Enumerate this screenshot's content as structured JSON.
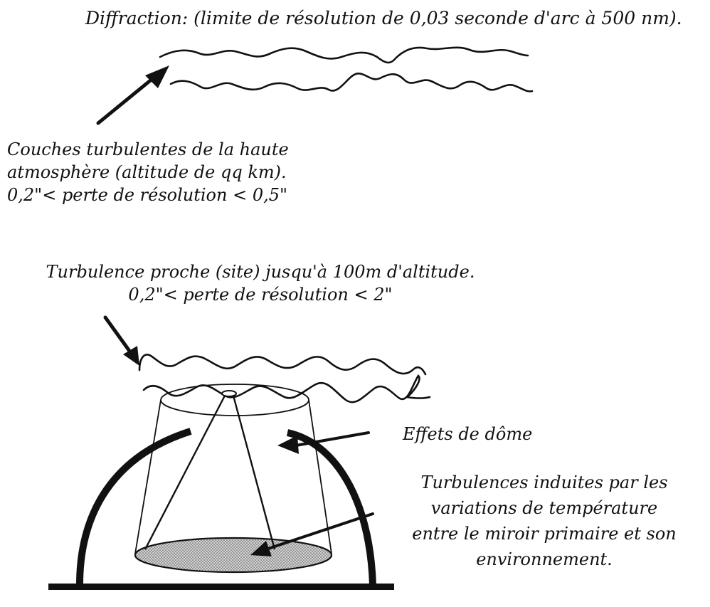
{
  "labels": {
    "diffraction": "Diffraction:  (limite de résolution de 0,03 seconde d'arc à 500 nm).",
    "high_layers": [
      "Couches turbulentes de la haute",
      "atmosphère (altitude de qq km).",
      "0,2\"< perte de résolution  < 0,5\""
    ],
    "site": [
      "Turbulence proche (site) jusqu'à 100m d'altitude.",
      "0,2\"< perte de résolution  < 2\""
    ],
    "dome_effects": "Effets  de dôme",
    "mirror": [
      "Turbulences induites par les",
      "variations de température",
      "entre le miroir primaire et son",
      "environnement."
    ]
  },
  "colors": {
    "ink": "#111111",
    "mirror_fill": "#bdbdbd"
  }
}
